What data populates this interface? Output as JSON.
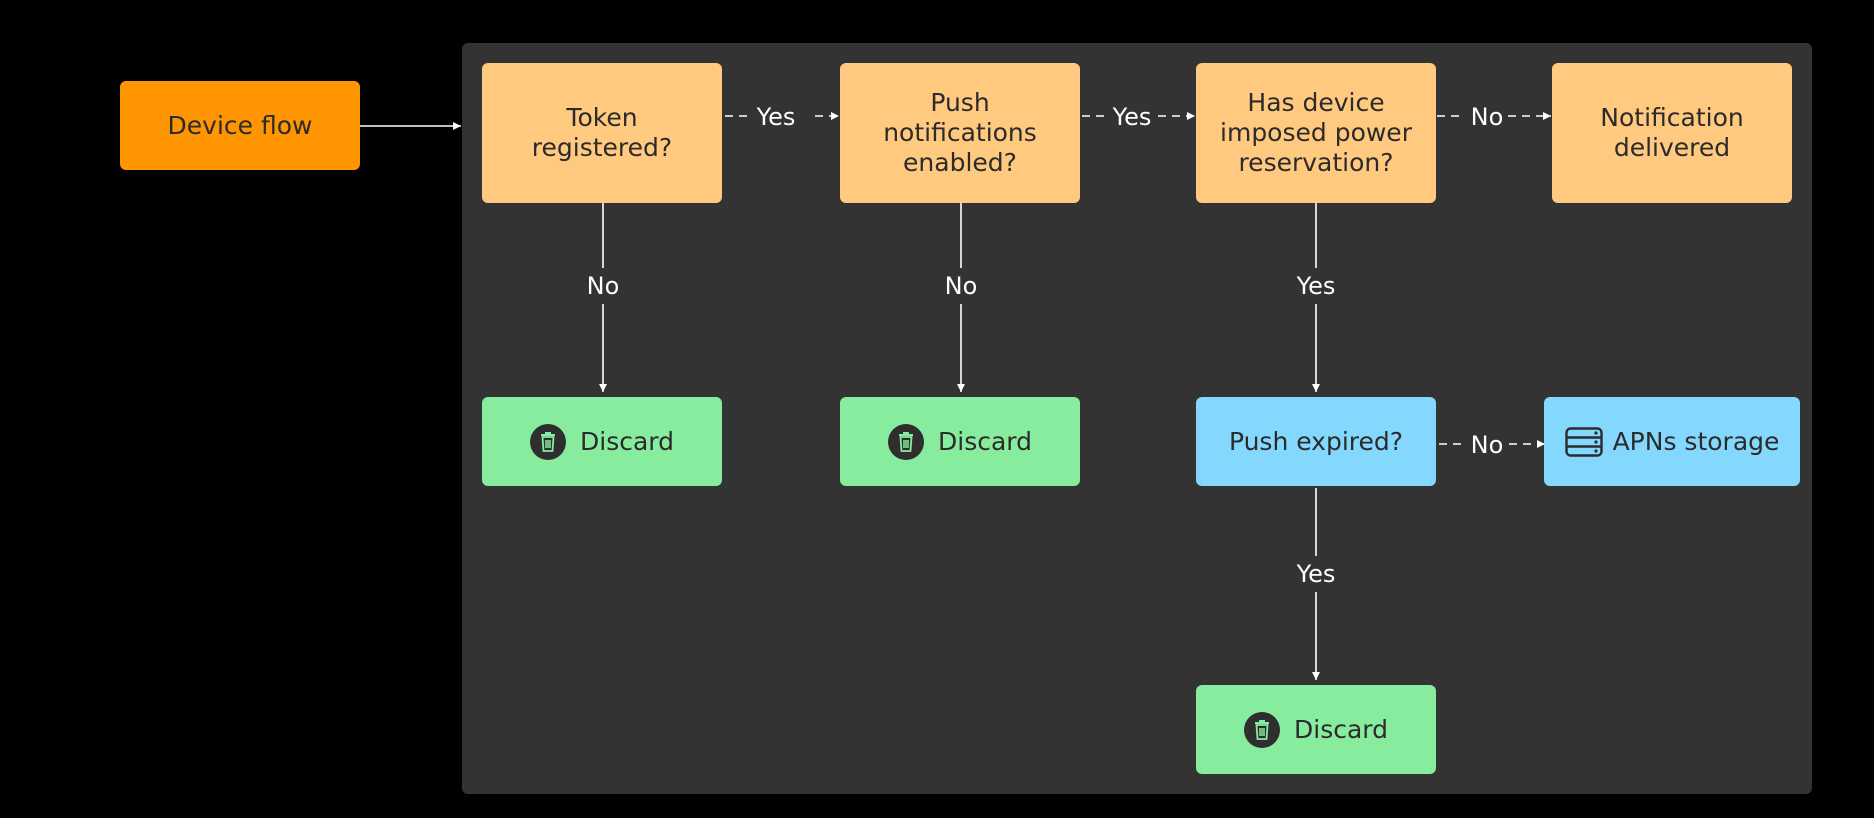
{
  "nodes": {
    "device_flow": "Device flow",
    "token_registered": "Token\nregistered?",
    "push_enabled": "Push\nnotifications\nenabled?",
    "power_reservation": "Has device\nimposed power\nreservation?",
    "notification_delivered": "Notification\ndelivered",
    "discard_1": "Discard",
    "discard_2": "Discard",
    "push_expired": "Push expired?",
    "apns_storage": "APNs storage",
    "discard_3": "Discard"
  },
  "edges": {
    "token_yes": "Yes",
    "push_yes": "Yes",
    "power_no": "No",
    "token_no": "No",
    "push_no": "No",
    "power_yes": "Yes",
    "expired_no": "No",
    "expired_yes": "Yes"
  },
  "colors": {
    "device_flow": "#ff9500",
    "decision": "#ffc97f",
    "discard": "#88ec9e",
    "storage": "#84d8fe",
    "panel": "#333333",
    "edge": "#ffffff"
  },
  "icons": {
    "discard": "trash-icon",
    "storage": "server-storage-icon"
  }
}
